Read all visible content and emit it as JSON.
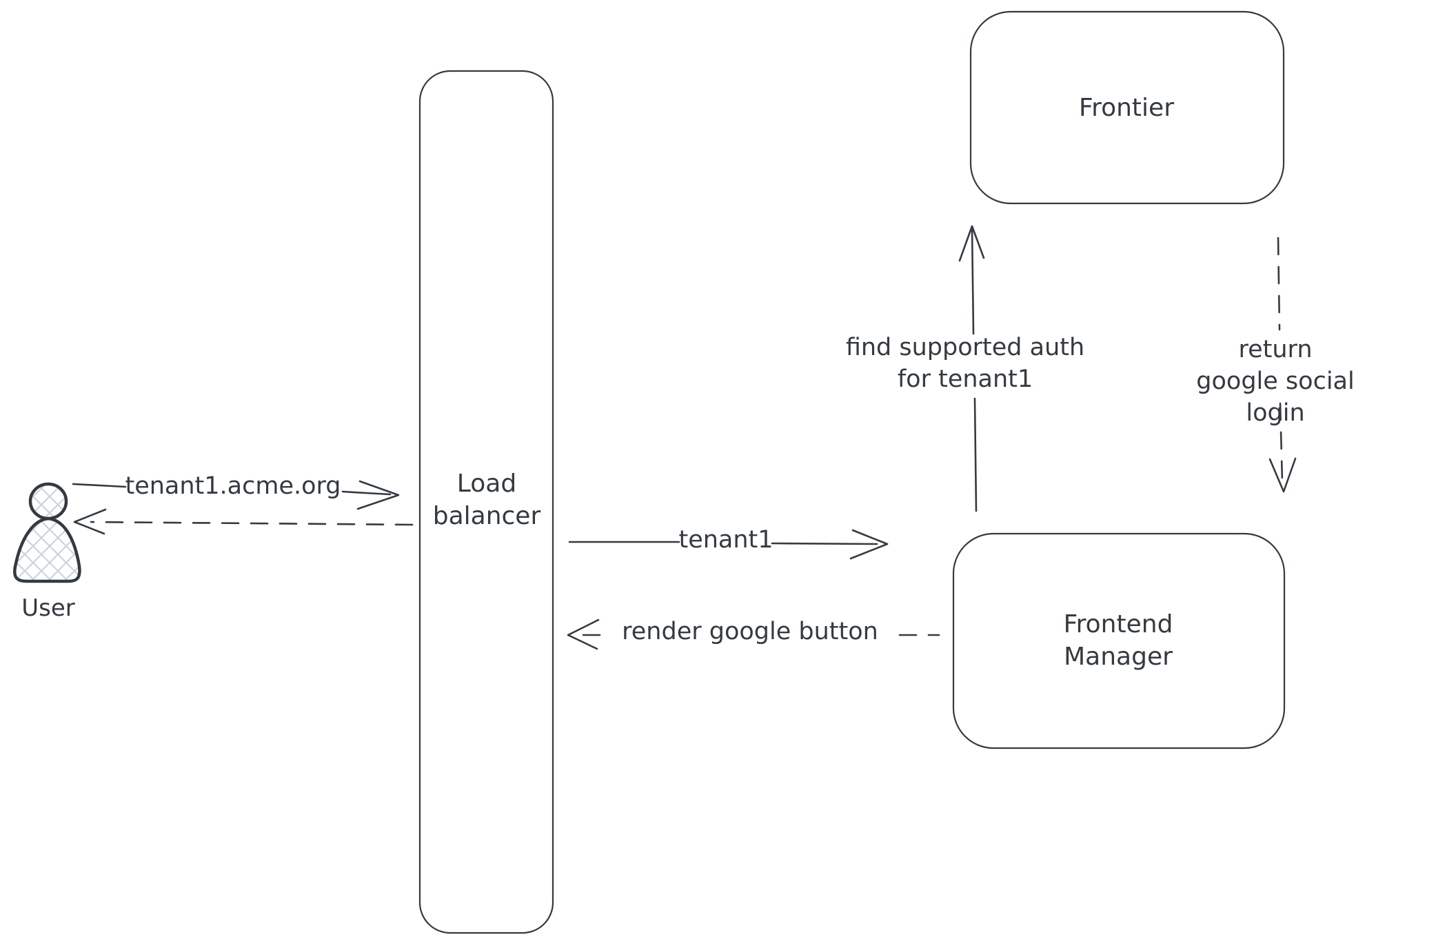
{
  "nodes": {
    "user": {
      "label": "User"
    },
    "load_balancer": {
      "label": "Load\nbalancer"
    },
    "frontier": {
      "label": "Frontier"
    },
    "frontend_manager": {
      "label": "Frontend\nManager"
    }
  },
  "edges": {
    "user_to_lb": {
      "label": "tenant1.acme.org",
      "style": "solid"
    },
    "lb_to_user": {
      "label": "",
      "style": "dashed"
    },
    "lb_to_fm": {
      "label": "tenant1",
      "style": "solid"
    },
    "fm_to_lb": {
      "label": "render google button",
      "style": "dashed"
    },
    "fm_to_frontier": {
      "label": "find supported auth\nfor tenant1",
      "style": "solid"
    },
    "frontier_to_fm": {
      "label": "return google social\nlogin",
      "style": "dashed"
    }
  },
  "colors": {
    "stroke": "#343a40",
    "hatch": "#ccd3db",
    "background": "#ffffff"
  }
}
